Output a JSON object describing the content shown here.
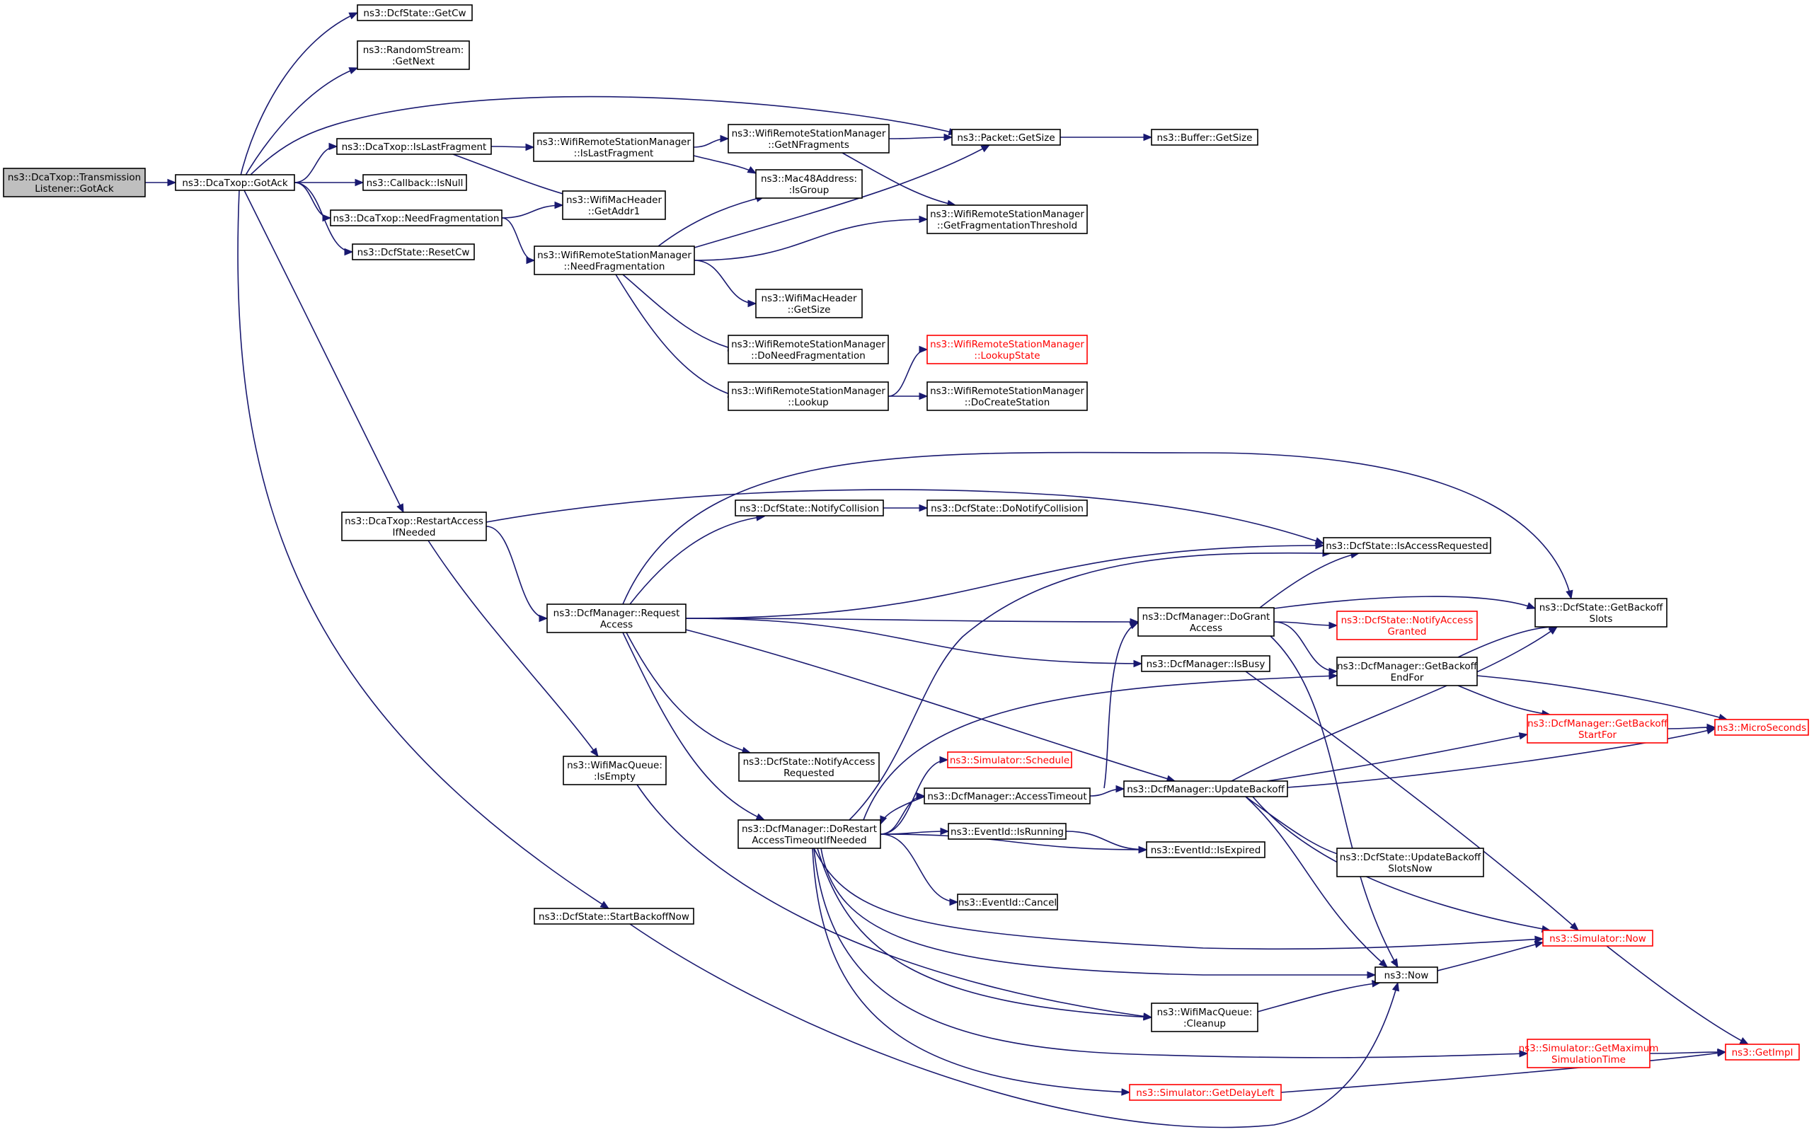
{
  "nodes": {
    "gotack_listener": {
      "lines": [
        "ns3::DcaTxop::Transmission",
        "Listener::GotAck"
      ],
      "style": "root"
    },
    "gotack": {
      "lines": [
        "ns3::DcaTxop::GotAck"
      ],
      "style": "normal"
    },
    "getcw": {
      "lines": [
        "ns3::DcfState::GetCw"
      ],
      "style": "normal"
    },
    "getnext": {
      "lines": [
        "ns3::RandomStream:",
        ":GetNext"
      ],
      "style": "normal"
    },
    "islastfragment": {
      "lines": [
        "ns3::DcaTxop::IsLastFragment"
      ],
      "style": "normal"
    },
    "isnull": {
      "lines": [
        "ns3::Callback::IsNull"
      ],
      "style": "normal"
    },
    "needfragmentation": {
      "lines": [
        "ns3::DcaTxop::NeedFragmentation"
      ],
      "style": "normal"
    },
    "resetcw": {
      "lines": [
        "ns3::DcfState::ResetCw"
      ],
      "style": "normal"
    },
    "restartaccess": {
      "lines": [
        "ns3::DcaTxop::RestartAccess",
        "IfNeeded"
      ],
      "style": "normal"
    },
    "startbackoffnow": {
      "lines": [
        "ns3::DcfState::StartBackoffNow"
      ],
      "style": "normal"
    },
    "wrsm_islastfragment": {
      "lines": [
        "ns3::WifiRemoteStationManager",
        "::IsLastFragment"
      ],
      "style": "normal"
    },
    "getaddr1": {
      "lines": [
        "ns3::WifiMacHeader",
        "::GetAddr1"
      ],
      "style": "normal"
    },
    "wrsm_needfragmentation": {
      "lines": [
        "ns3::WifiRemoteStationManager",
        "::NeedFragmentation"
      ],
      "style": "normal"
    },
    "dcfm_requestaccess": {
      "lines": [
        "ns3::DcfManager::Request",
        "Access"
      ],
      "style": "normal"
    },
    "wmq_isempty": {
      "lines": [
        "ns3::WifiMacQueue:",
        ":IsEmpty"
      ],
      "style": "normal"
    },
    "getnfragments": {
      "lines": [
        "ns3::WifiRemoteStationManager",
        "::GetNFragments"
      ],
      "style": "normal"
    },
    "isgroup": {
      "lines": [
        "ns3::Mac48Address:",
        ":IsGroup"
      ],
      "style": "normal"
    },
    "wmh_getsize": {
      "lines": [
        "ns3::WifiMacHeader",
        "::GetSize"
      ],
      "style": "normal"
    },
    "doneedfragmentation": {
      "lines": [
        "ns3::WifiRemoteStationManager",
        "::DoNeedFragmentation"
      ],
      "style": "normal"
    },
    "lookup": {
      "lines": [
        "ns3::WifiRemoteStationManager",
        "::Lookup"
      ],
      "style": "normal"
    },
    "notifycollision": {
      "lines": [
        "ns3::DcfState::NotifyCollision"
      ],
      "style": "normal"
    },
    "notifyaccessrequested": {
      "lines": [
        "ns3::DcfState::NotifyAccess",
        "Requested"
      ],
      "style": "normal"
    },
    "dorestartaccess": {
      "lines": [
        "ns3::DcfManager::DoRestart",
        "AccessTimeoutIfNeeded"
      ],
      "style": "normal"
    },
    "packet_getsize": {
      "lines": [
        "ns3::Packet::GetSize"
      ],
      "style": "normal"
    },
    "getfragthreshold": {
      "lines": [
        "ns3::WifiRemoteStationManager",
        "::GetFragmentationThreshold"
      ],
      "style": "normal"
    },
    "lookupstate": {
      "lines": [
        "ns3::WifiRemoteStationManager",
        "::LookupState"
      ],
      "style": "red"
    },
    "docreatestation": {
      "lines": [
        "ns3::WifiRemoteStationManager",
        "::DoCreateStation"
      ],
      "style": "normal"
    },
    "donotifycollision": {
      "lines": [
        "ns3::DcfState::DoNotifyCollision"
      ],
      "style": "normal"
    },
    "schedule": {
      "lines": [
        "ns3::Simulator::Schedule"
      ],
      "style": "red"
    },
    "accesstimeout": {
      "lines": [
        "ns3::DcfManager::AccessTimeout"
      ],
      "style": "normal"
    },
    "isrunning": {
      "lines": [
        "ns3::EventId::IsRunning"
      ],
      "style": "normal"
    },
    "cancel": {
      "lines": [
        "ns3::EventId::Cancel"
      ],
      "style": "normal"
    },
    "buffer_getsize": {
      "lines": [
        "ns3::Buffer::GetSize"
      ],
      "style": "normal"
    },
    "isaccessrequested": {
      "lines": [
        "ns3::DcfState::IsAccessRequested"
      ],
      "style": "normal"
    },
    "dograntaccess": {
      "lines": [
        "ns3::DcfManager::DoGrant",
        "Access"
      ],
      "style": "normal"
    },
    "isbusy": {
      "lines": [
        "ns3::DcfManager::IsBusy"
      ],
      "style": "normal"
    },
    "updatebackoff": {
      "lines": [
        "ns3::DcfManager::UpdateBackoff"
      ],
      "style": "normal"
    },
    "isexpired": {
      "lines": [
        "ns3::EventId::IsExpired"
      ],
      "style": "normal"
    },
    "wmq_cleanup": {
      "lines": [
        "ns3::WifiMacQueue:",
        ":Cleanup"
      ],
      "style": "normal"
    },
    "getdelayleft": {
      "lines": [
        "ns3::Simulator::GetDelayLeft"
      ],
      "style": "red"
    },
    "notifyaccessgranted": {
      "lines": [
        "ns3::DcfState::NotifyAccess",
        "Granted"
      ],
      "style": "red"
    },
    "getbackoffendfor": {
      "lines": [
        "ns3::DcfManager::GetBackoff",
        "EndFor"
      ],
      "style": "normal"
    },
    "updatebackoffslotsnow": {
      "lines": [
        "ns3::DcfState::UpdateBackoff",
        "SlotsNow"
      ],
      "style": "normal"
    },
    "now": {
      "lines": [
        "ns3::Now"
      ],
      "style": "normal"
    },
    "getmaxsimtime": {
      "lines": [
        "ns3::Simulator::GetMaximum",
        "SimulationTime"
      ],
      "style": "red"
    },
    "getbackoffslots": {
      "lines": [
        "ns3::DcfState::GetBackoff",
        "Slots"
      ],
      "style": "normal"
    },
    "getbackoffstartfor": {
      "lines": [
        "ns3::DcfManager::GetBackoff",
        "StartFor"
      ],
      "style": "red"
    },
    "simulator_now": {
      "lines": [
        "ns3::Simulator::Now"
      ],
      "style": "red"
    },
    "microseconds": {
      "lines": [
        "ns3::MicroSeconds"
      ],
      "style": "red"
    },
    "getimpl": {
      "lines": [
        "ns3::GetImpl"
      ],
      "style": "red"
    }
  },
  "edges": [
    [
      "gotack_listener",
      "gotack"
    ],
    [
      "gotack",
      "getcw"
    ],
    [
      "gotack",
      "getnext"
    ],
    [
      "gotack",
      "packet_getsize"
    ],
    [
      "gotack",
      "islastfragment"
    ],
    [
      "gotack",
      "isnull"
    ],
    [
      "gotack",
      "needfragmentation"
    ],
    [
      "gotack",
      "resetcw"
    ],
    [
      "gotack",
      "restartaccess"
    ],
    [
      "gotack",
      "startbackoffnow"
    ],
    [
      "islastfragment",
      "wrsm_islastfragment"
    ],
    [
      "islastfragment",
      "getaddr1"
    ],
    [
      "needfragmentation",
      "getaddr1"
    ],
    [
      "needfragmentation",
      "wrsm_needfragmentation"
    ],
    [
      "wrsm_islastfragment",
      "getnfragments"
    ],
    [
      "wrsm_islastfragment",
      "isgroup"
    ],
    [
      "getnfragments",
      "packet_getsize"
    ],
    [
      "getnfragments",
      "getfragthreshold"
    ],
    [
      "packet_getsize",
      "buffer_getsize"
    ],
    [
      "wrsm_needfragmentation",
      "isgroup"
    ],
    [
      "wrsm_needfragmentation",
      "packet_getsize"
    ],
    [
      "wrsm_needfragmentation",
      "getfragthreshold"
    ],
    [
      "wrsm_needfragmentation",
      "wmh_getsize"
    ],
    [
      "wrsm_needfragmentation",
      "doneedfragmentation"
    ],
    [
      "wrsm_needfragmentation",
      "lookup"
    ],
    [
      "lookup",
      "lookupstate"
    ],
    [
      "lookup",
      "docreatestation"
    ],
    [
      "restartaccess",
      "isaccessrequested"
    ],
    [
      "restartaccess",
      "dcfm_requestaccess"
    ],
    [
      "restartaccess",
      "wmq_isempty"
    ],
    [
      "dcfm_requestaccess",
      "notifycollision"
    ],
    [
      "notifycollision",
      "donotifycollision"
    ],
    [
      "dcfm_requestaccess",
      "getbackoffslots"
    ],
    [
      "dcfm_requestaccess",
      "isaccessrequested"
    ],
    [
      "dcfm_requestaccess",
      "dograntaccess"
    ],
    [
      "dcfm_requestaccess",
      "isbusy"
    ],
    [
      "dcfm_requestaccess",
      "updatebackoff"
    ],
    [
      "dcfm_requestaccess",
      "notifyaccessrequested"
    ],
    [
      "dcfm_requestaccess",
      "dorestartaccess"
    ],
    [
      "dorestartaccess",
      "isaccessrequested"
    ],
    [
      "dorestartaccess",
      "getbackoffendfor"
    ],
    [
      "dorestartaccess",
      "schedule"
    ],
    [
      "dorestartaccess",
      "accesstimeout"
    ],
    [
      "dorestartaccess",
      "isrunning"
    ],
    [
      "dorestartaccess",
      "isexpired"
    ],
    [
      "dorestartaccess",
      "cancel"
    ],
    [
      "dorestartaccess",
      "simulator_now"
    ],
    [
      "dorestartaccess",
      "now"
    ],
    [
      "dorestartaccess",
      "wmq_cleanup"
    ],
    [
      "dorestartaccess",
      "getmaxsimtime"
    ],
    [
      "dorestartaccess",
      "getdelayleft"
    ],
    [
      "accesstimeout",
      "dorestartaccess"
    ],
    [
      "accesstimeout",
      "updatebackoff"
    ],
    [
      "accesstimeout",
      "dograntaccess"
    ],
    [
      "isrunning",
      "isexpired"
    ],
    [
      "dograntaccess",
      "isaccessrequested"
    ],
    [
      "dograntaccess",
      "getbackoffslots"
    ],
    [
      "dograntaccess",
      "notifyaccessgranted"
    ],
    [
      "dograntaccess",
      "getbackoffendfor"
    ],
    [
      "dograntaccess",
      "now"
    ],
    [
      "isbusy",
      "simulator_now"
    ],
    [
      "updatebackoff",
      "getbackoffslots"
    ],
    [
      "updatebackoff",
      "getbackoffstartfor"
    ],
    [
      "updatebackoff",
      "microseconds"
    ],
    [
      "updatebackoff",
      "updatebackoffslotsnow"
    ],
    [
      "updatebackoff",
      "simulator_now"
    ],
    [
      "updatebackoff",
      "now"
    ],
    [
      "getbackoffendfor",
      "getbackoffslots"
    ],
    [
      "getbackoffendfor",
      "getbackoffstartfor"
    ],
    [
      "getbackoffendfor",
      "microseconds"
    ],
    [
      "getbackoffstartfor",
      "microseconds"
    ],
    [
      "now",
      "simulator_now"
    ],
    [
      "simulator_now",
      "getimpl"
    ],
    [
      "getmaxsimtime",
      "getimpl"
    ],
    [
      "getdelayleft",
      "getimpl"
    ],
    [
      "wmq_isempty",
      "wmq_cleanup"
    ],
    [
      "wmq_cleanup",
      "now"
    ],
    [
      "startbackoffnow",
      "now"
    ]
  ]
}
